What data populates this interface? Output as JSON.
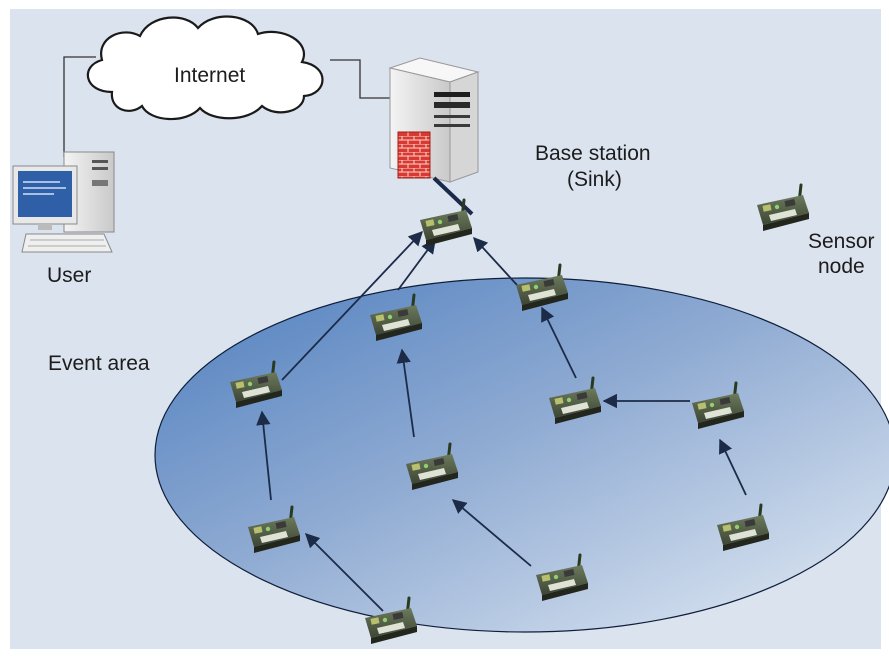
{
  "labels": {
    "internet": "Internet",
    "user": "User",
    "base_station_line1": "Base station",
    "base_station_line2": "(Sink)",
    "sensor_node_line1": "Sensor",
    "sensor_node_line2": "node",
    "event_area": "Event area"
  },
  "colors": {
    "background": "#dbe3ee",
    "event_area_dark": "#4f7fbf",
    "event_area_light": "#e4ecf5",
    "arrow": "#1c2b48",
    "firewall": "#d63a32"
  },
  "icons": {
    "user": "desktop-computer-icon",
    "internet": "cloud-icon",
    "base_station": "server-tower-with-firewall-icon",
    "sensor": "sensor-mote-board-icon"
  },
  "sensors": [
    {
      "id": "sink-mote"
    },
    {
      "id": "relay-left"
    },
    {
      "id": "relay-right"
    },
    {
      "id": "mid-upper"
    },
    {
      "id": "left-upper"
    },
    {
      "id": "right-mid"
    },
    {
      "id": "far-right"
    },
    {
      "id": "center"
    },
    {
      "id": "left-lower"
    },
    {
      "id": "bottom-right-edge"
    },
    {
      "id": "bottom-center"
    },
    {
      "id": "bottom-left"
    },
    {
      "id": "legend"
    }
  ],
  "routes": [
    {
      "from": "bottom-left",
      "to": "left-lower"
    },
    {
      "from": "left-lower",
      "to": "left-upper"
    },
    {
      "from": "left-upper",
      "to": "sink-mote"
    },
    {
      "from": "bottom-center",
      "to": "center"
    },
    {
      "from": "center",
      "to": "mid-upper"
    },
    {
      "from": "mid-upper",
      "to": "sink-mote"
    },
    {
      "from": "bottom-right-edge",
      "to": "far-right"
    },
    {
      "from": "far-right",
      "to": "right-mid"
    },
    {
      "from": "right-mid",
      "to": "relay-right"
    },
    {
      "from": "relay-right",
      "to": "sink-mote"
    }
  ]
}
